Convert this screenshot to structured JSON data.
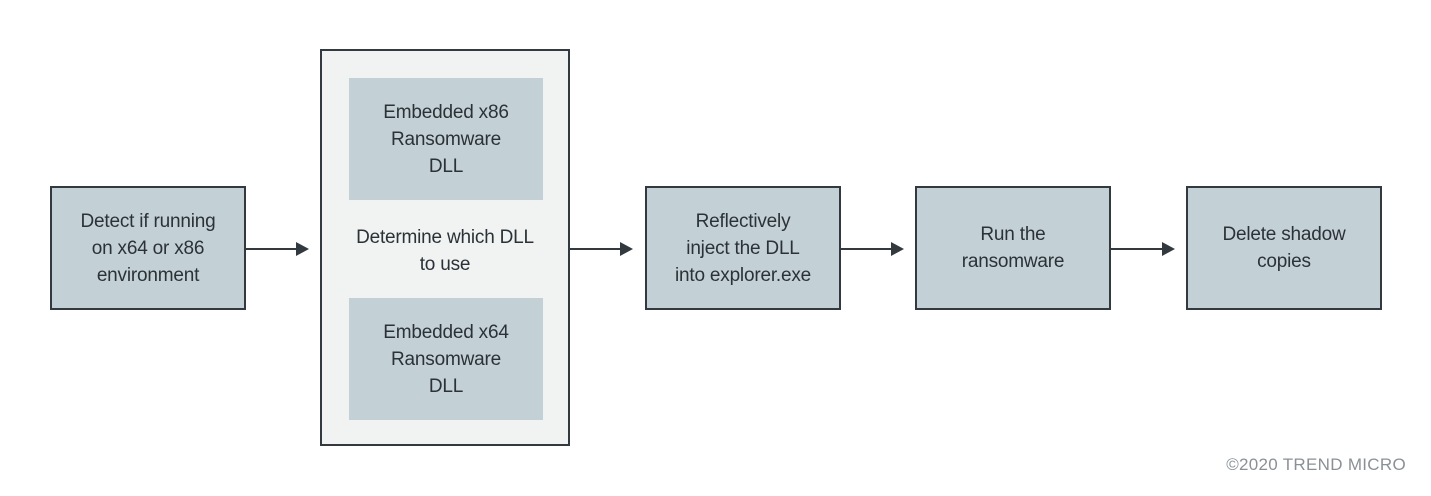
{
  "diagram": {
    "steps": {
      "detect": "Detect if running\non x64 or x86\nenvironment",
      "determine": "Determine which DLL\nto use",
      "dll_x86": "Embedded x86\nRansomware\nDLL",
      "dll_x64": "Embedded x64\nRansomware\nDLL",
      "inject": "Reflectively\ninject the DLL\ninto explorer.exe",
      "run": "Run the\nransomware",
      "delete": "Delete shadow\ncopies"
    }
  },
  "footer": {
    "copyright": "©2020 TREND MICRO"
  },
  "colors": {
    "box_fill": "#c3d0d6",
    "container_fill": "#f1f2f2",
    "stroke": "#333a3f",
    "copyright_text": "#8a9196"
  }
}
